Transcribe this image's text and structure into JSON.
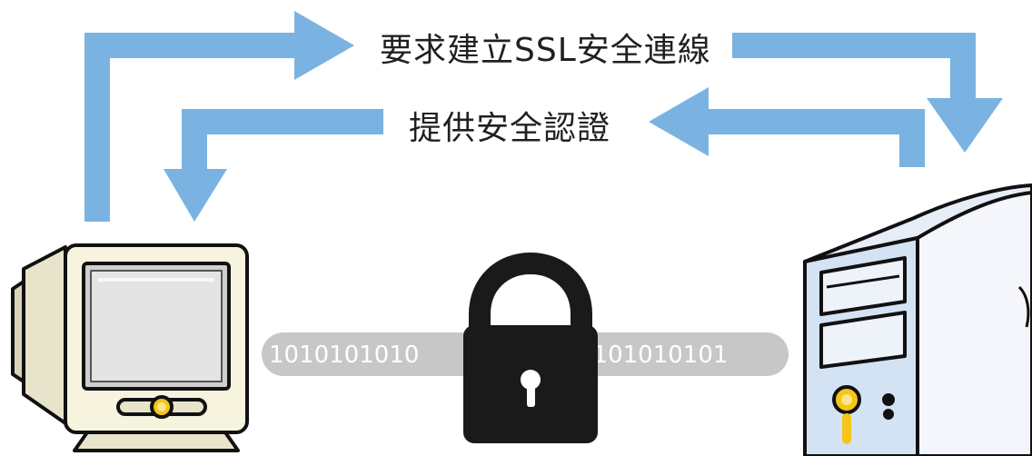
{
  "diagram": {
    "request_label": "要求建立SSL安全連線",
    "provide_label": "提供安全認證",
    "binary_left": "1010101010",
    "binary_right": "0101010101"
  },
  "colors": {
    "arrow": "#7ab3e2",
    "binary_band": "#c7c7c7",
    "lock_body": "#1a1a1a",
    "monitor_bezel": "#f6f3df",
    "monitor_screen": "#e4e4e4",
    "server_body": "#d4e3f3",
    "button_yellow": "#f5c518"
  },
  "icons": {
    "client": "monitor-icon",
    "server": "server-tower-icon",
    "security": "padlock-icon"
  }
}
